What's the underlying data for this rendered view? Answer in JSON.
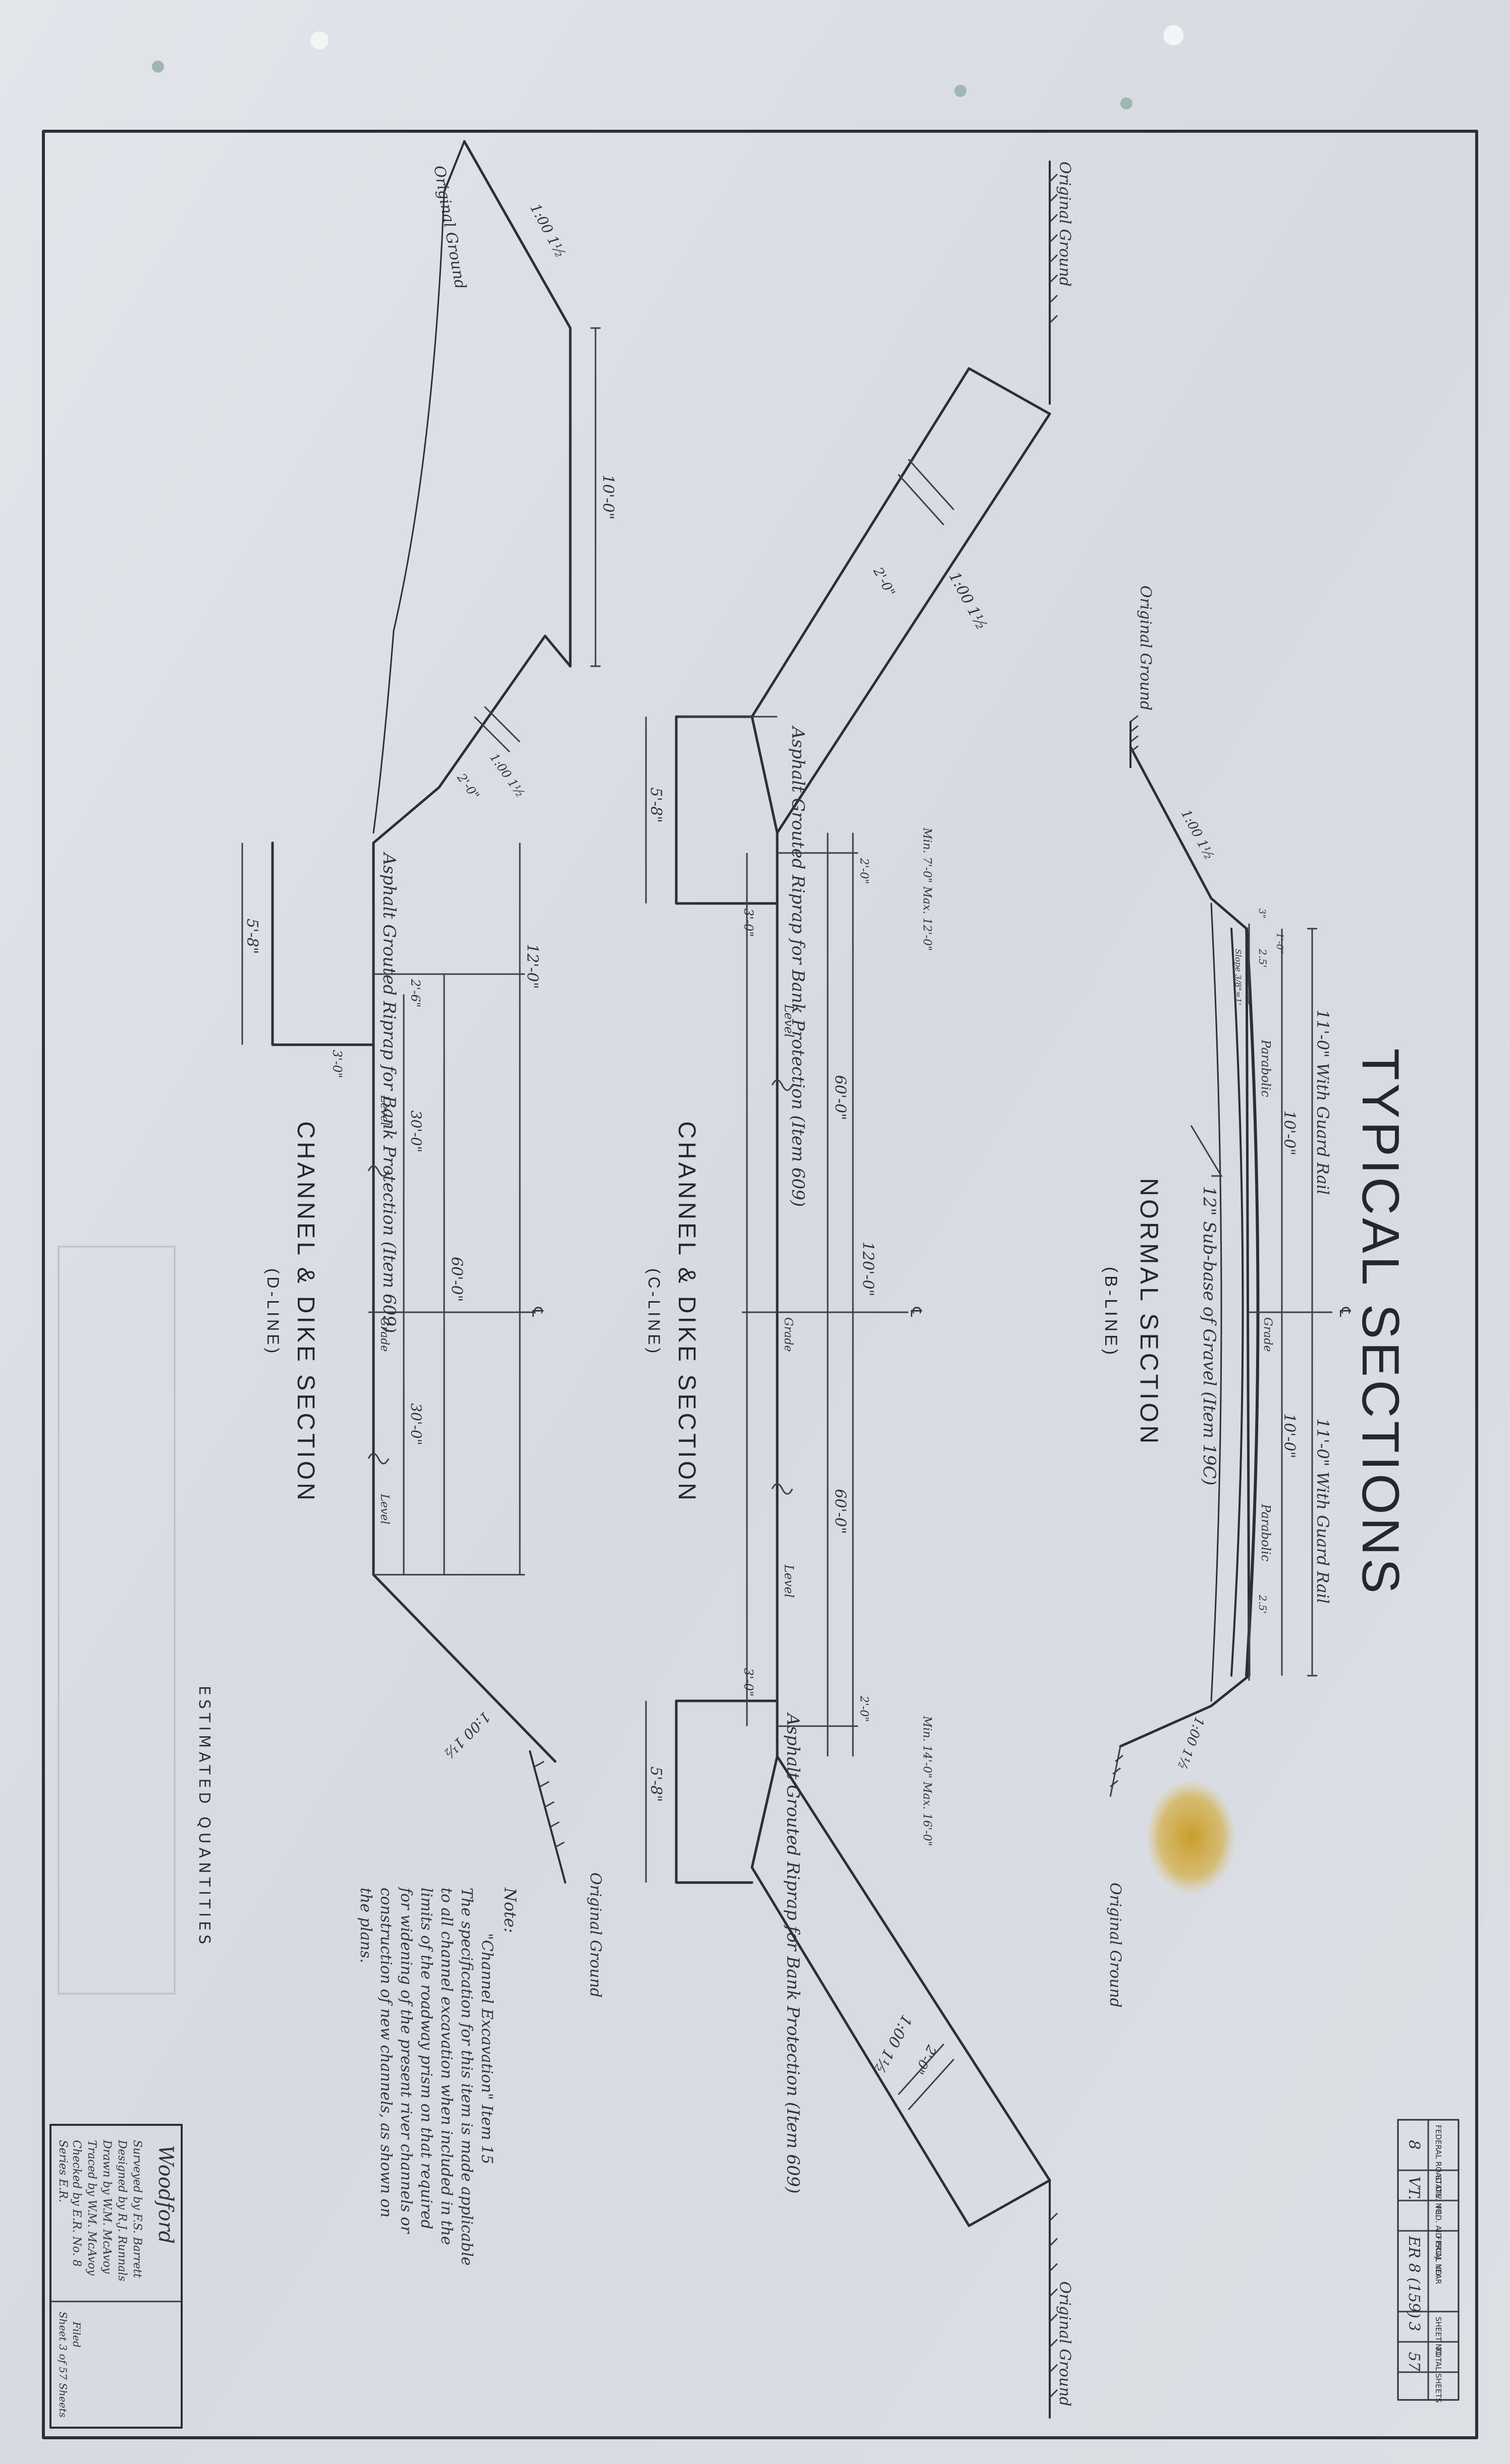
{
  "title": "TYPICAL SECTIONS",
  "title_block": {
    "headers": [
      "FEDERAL ROAD DIV. NO.",
      "STATE",
      "FED. AID PROJ. NO.",
      "FISCAL YEAR",
      "SHEET NO.",
      "TOTAL SHEETS"
    ],
    "values": [
      "8",
      "VT.",
      "ER 8 (159)",
      "",
      "3",
      "57"
    ]
  },
  "normal_section": {
    "title": "NORMAL SECTION",
    "subtitle": "(B-LINE)",
    "labels": {
      "original_ground_left": "Original Ground",
      "original_ground_right": "Original Ground",
      "slope_left": "1:00 1½",
      "slope_right": "1:00 1½",
      "lane_left": "11'-0\" With Guard Rail",
      "lane_right": "11'-0\" With Guard Rail",
      "half_left": "10'-0\"",
      "half_right": "10'-0\"",
      "parabolic_left": "Parabolic",
      "parabolic_right": "Parabolic",
      "grade": "Grade",
      "centerline": "℄",
      "subbase": "12\" Sub-base of Gravel (Item 19C)",
      "dim_25_left": "2.5'",
      "dim_25_right": "2.5'",
      "slope_shoulder": "Slope 3/8\"=1'",
      "one_ft": "1'-0\"",
      "three_in": "3\""
    }
  },
  "channel_c": {
    "title": "CHANNEL & DIKE SECTION",
    "subtitle": "(C-LINE)",
    "labels": {
      "original_ground_left": "Original Ground",
      "original_ground_right": "Original Ground",
      "slope_left": "1:00 1½",
      "slope_right": "1:00 1½",
      "riprap_left": "Asphalt Grouted Riprap for Bank Protection (Item 609)",
      "riprap_right": "Asphalt Grouted Riprap for Bank Protection (Item 609)",
      "thick_left": "2'-0\"",
      "thick_right": "2'-0\"",
      "toe_left": "5'-8\"",
      "toe_right": "5'-8\"",
      "toe_w_left": "3'-0\"",
      "toe_w_right": "3'-0\"",
      "min_left": "Min. 7'-0\" Max. 12'-0\"",
      "min_right": "Min. 14'-0\" Max. 16'-0\"",
      "d20_left": "2'-0\"",
      "d20_right": "2'-0\"",
      "level_left": "Level",
      "level_right": "Level",
      "half_left": "60'-0\"",
      "half_right": "60'-0\"",
      "total": "120'-0\"",
      "centerline": "℄",
      "grade": "Grade"
    }
  },
  "channel_d": {
    "title": "CHANNEL & DIKE SECTION",
    "subtitle": "(D-LINE)",
    "labels": {
      "original_ground_left": "Original Ground",
      "original_ground_right": "Original Ground",
      "slope_top": "1:00 1½",
      "slope_right": "1:00 1½",
      "slope_riprap": "1:00 1½",
      "dim_10": "10'-0\"",
      "dim_12": "12'-0\"",
      "thick": "2'-0\"",
      "riprap": "Asphalt Grouted Riprap for Bank Protection (Item 609)",
      "toe": "5'-8\"",
      "toe_w": "3'-0\"",
      "d26": "2'-6\"",
      "level_left": "Level",
      "level_right": "Level",
      "half_left": "30'-0\"",
      "half_right": "30'-0\"",
      "total": "60'-0\"",
      "centerline": "℄",
      "grade": "Grade"
    }
  },
  "note": {
    "heading": "Note:",
    "lines": [
      "\"Channel Excavation\" Item 15",
      "The specification for this item is made applicable",
      "to all channel excavation when included in the",
      "limits of the roadway prism on that required",
      "for widening of the present river channels or",
      "construction of new channels, as shown on",
      "the plans."
    ]
  },
  "credits": {
    "town": "Woodford",
    "lines": [
      "Surveyed by  F.S. Barrett",
      "Designed by  R.J. Runnals",
      "Drawn by  W.M. McAvoy",
      "Traced by  W.M. McAvoy",
      "Checked by  E.R. No. 8",
      "Series  E.R."
    ],
    "sheet": "Sheet 3 of 57 Sheets",
    "filed": "Filed"
  },
  "stamp": "ESTIMATED QUANTITIES",
  "colors": {
    "paper": "#d9dde3",
    "ink": "#2a2f38",
    "stain": "#c9a02a"
  }
}
